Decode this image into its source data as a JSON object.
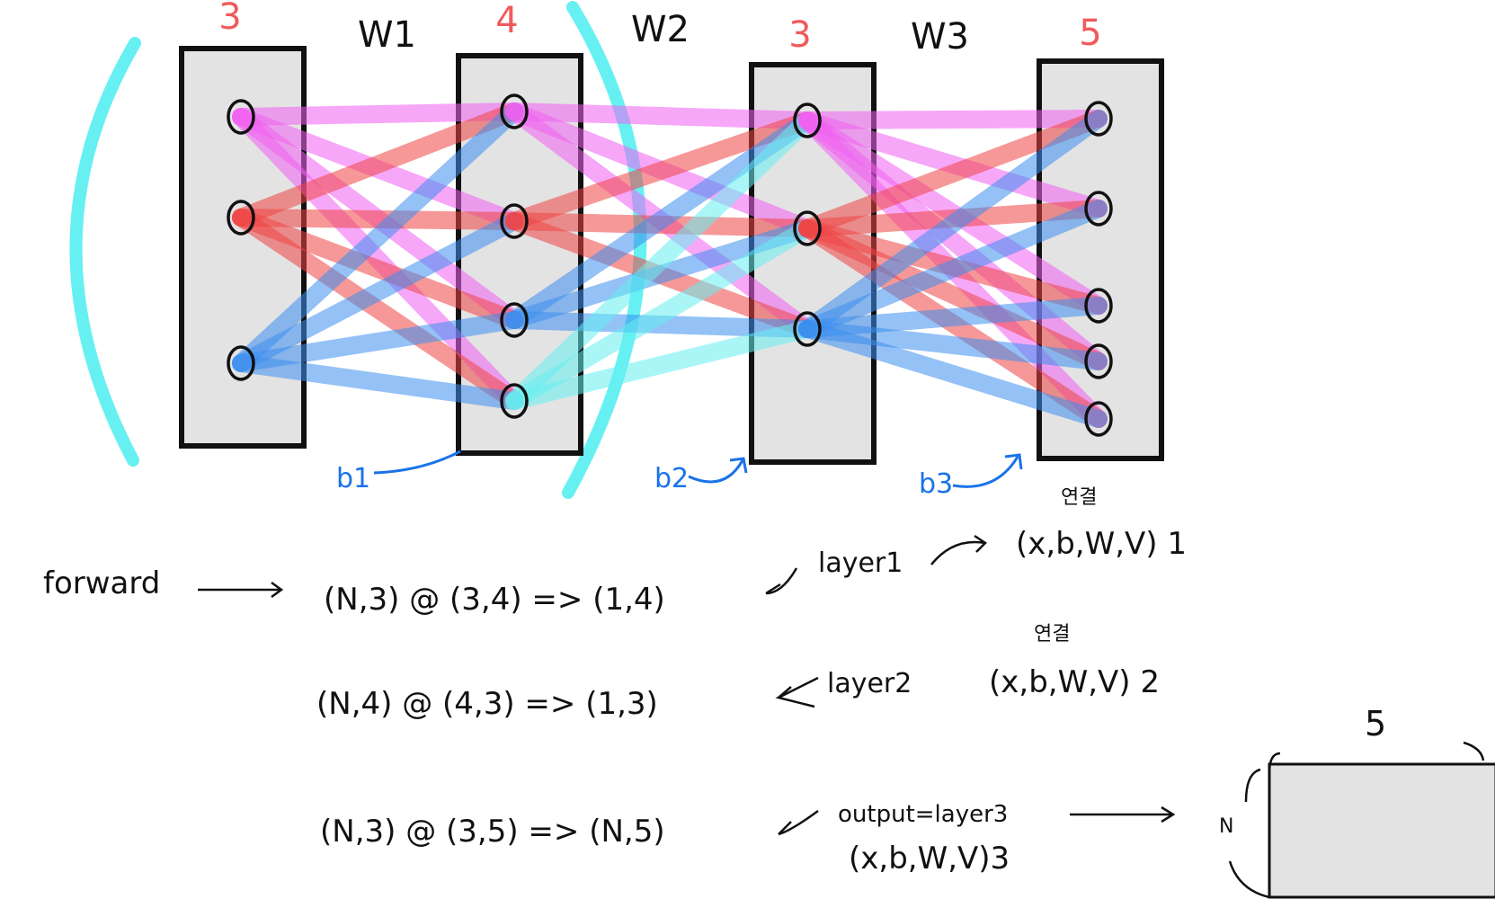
{
  "colors": {
    "box_fill": "#e3e3e3",
    "box_stroke": "#111111",
    "cyan": "#66f0f2",
    "magenta": "#f261f2",
    "red": "#f04545",
    "blue": "#3d8ff0",
    "label_red": "#f05a5a",
    "label_blue": "#1a73e8"
  },
  "layers": [
    {
      "size_label": "3",
      "nodes": 3
    },
    {
      "size_label": "4",
      "nodes": 4
    },
    {
      "size_label": "3",
      "nodes": 3
    },
    {
      "size_label": "5",
      "nodes": 5
    }
  ],
  "weights": [
    "W1",
    "W2",
    "W3"
  ],
  "biases": [
    "b1",
    "b2",
    "b3"
  ],
  "forward_label": "forward",
  "equations": [
    {
      "expr": "(N,3) @ (3,4) => (1,4)",
      "layer": "layer1",
      "note": "연결",
      "tuple": "(x,b,W,V) 1"
    },
    {
      "expr": "(N,4) @ (4,3) => (1,3)",
      "layer": "layer2",
      "note": "연결",
      "tuple": "(x,b,W,V) 2"
    },
    {
      "expr": "(N,3) @ (3,5) => (N,5)",
      "layer": "output=layer3",
      "tuple": "(x,b,W,V)3"
    }
  ],
  "output_matrix": {
    "cols_label": "5",
    "rows_label": "N"
  }
}
